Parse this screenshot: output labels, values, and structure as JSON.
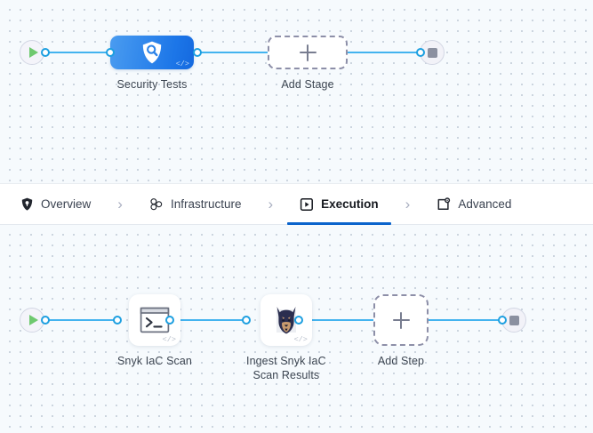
{
  "theme": {
    "accent_blue": "#0b64cc",
    "edge_blue": "#43b3ef",
    "node_blue_from": "#4a9cf0",
    "node_blue_to": "#1569df",
    "canvas_bg": "#f6fafd",
    "dashed_border": "#8d8fa8",
    "play_green": "#6fc96f",
    "stop_gray": "#8b90a0",
    "snyk_navy": "#2b2e4f",
    "snyk_tan": "#c79a6e"
  },
  "stage_graph": {
    "start_node": {
      "icon": "play-icon",
      "label": ""
    },
    "nodes": [
      {
        "name": "security-tests",
        "label": "Security Tests",
        "icon": "shield-search-icon",
        "code_glyph": "</>"
      }
    ],
    "add_node": {
      "label": "Add Stage",
      "icon": "plus-icon"
    },
    "end_node": {
      "icon": "stop-icon",
      "label": ""
    }
  },
  "tabs": {
    "items": [
      {
        "label": "Overview",
        "icon": "shield-icon",
        "active": false
      },
      {
        "label": "Infrastructure",
        "icon": "infrastructure-nodes-icon",
        "active": false
      },
      {
        "label": "Execution",
        "icon": "execution-play-box-icon",
        "active": true
      },
      {
        "label": "Advanced",
        "icon": "advanced-gear-doc-icon",
        "active": false
      }
    ],
    "separator": "›"
  },
  "step_graph": {
    "start_node": {
      "icon": "play-icon",
      "label": ""
    },
    "nodes": [
      {
        "name": "snyk-iac-scan",
        "label": "Snyk IaC Scan",
        "icon": "terminal-icon",
        "code_glyph": "</>"
      },
      {
        "name": "ingest-snyk-iac-scan-results",
        "label": "Ingest Snyk IaC\nScan Results",
        "icon": "snyk-dog-logo-icon",
        "code_glyph": "</>"
      }
    ],
    "add_node": {
      "label": "Add Step",
      "icon": "plus-icon"
    },
    "end_node": {
      "icon": "stop-icon",
      "label": ""
    }
  }
}
